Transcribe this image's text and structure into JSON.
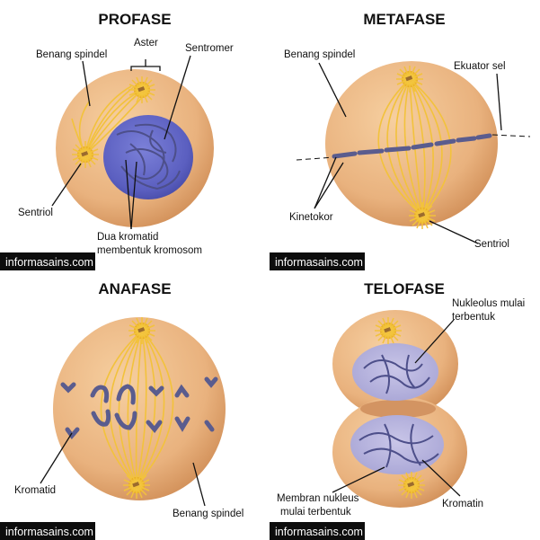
{
  "colors": {
    "cell_fill": "#e9b27e",
    "cell_edge": "#d18f58",
    "spindle": "#f2c23c",
    "nucleus": "#5b5fc0",
    "chromosome": "#5a5c8e",
    "watermark_bg": "#0d0d0d"
  },
  "panels": {
    "profase": {
      "title": "PROFASE",
      "labels": {
        "benang_spindel": "Benang spindel",
        "aster": "Aster",
        "sentromer": "Sentromer",
        "sentriol": "Sentriol",
        "dua_kromatid_line1": "Dua kromatid",
        "dua_kromatid_line2": "membentuk kromosom"
      },
      "watermark": "informasains.com"
    },
    "metafase": {
      "title": "METAFASE",
      "labels": {
        "benang_spindel": "Benang spindel",
        "ekuator_sel": "Ekuator sel",
        "kinetokor": "Kinetokor",
        "sentriol": "Sentriol"
      },
      "watermark": "informasains.com"
    },
    "anafase": {
      "title": "ANAFASE",
      "labels": {
        "kromatid": "Kromatid",
        "benang_spindel": "Benang spindel"
      },
      "watermark": "informasains.com"
    },
    "telofase": {
      "title": "TELOFASE",
      "labels": {
        "nukleolus_line1": "Nukleolus mulai",
        "nukleolus_line2": "terbentuk",
        "membran_line1": "Membran nukleus",
        "membran_line2": "mulai terbentuk",
        "kromatin": "Kromatin"
      },
      "watermark": "informasains.com"
    }
  }
}
